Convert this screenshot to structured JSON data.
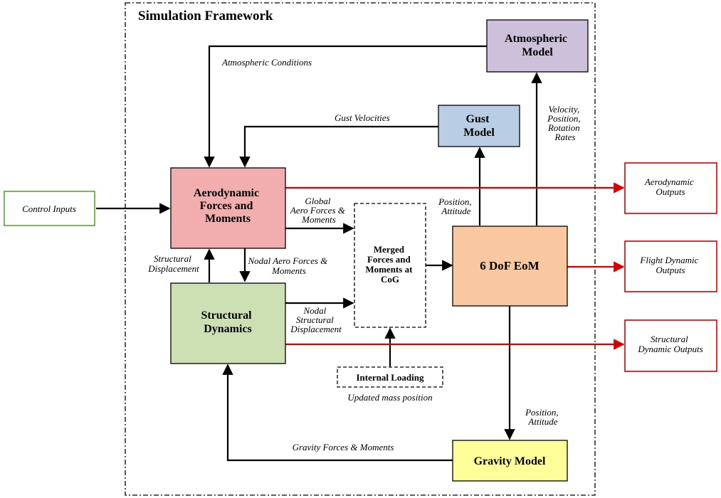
{
  "framework": {
    "title": "Simulation Framework"
  },
  "blocks": {
    "atmospheric": {
      "lines": [
        "Atmospheric",
        "Model"
      ],
      "color": "#ccc0da"
    },
    "gust": {
      "lines": [
        "Gust",
        "Model"
      ],
      "color": "#b9cde5"
    },
    "aero": {
      "lines": [
        "Aerodynamic",
        "Forces and",
        "Moments"
      ],
      "color": "#f2aeae"
    },
    "structural": {
      "lines": [
        "Structural",
        "Dynamics"
      ],
      "color": "#cde0b4"
    },
    "merged": {
      "lines": [
        "Merged",
        "Forces and",
        "Moments at",
        "CoG"
      ]
    },
    "eom": {
      "lines": [
        "6 DoF EoM"
      ],
      "color": "#fac8a0"
    },
    "gravity": {
      "lines": [
        "Gravity Model"
      ],
      "color": "#ffff99"
    },
    "internal": {
      "lines": [
        "Internal Loading"
      ]
    }
  },
  "inputs": {
    "control": "Control Inputs"
  },
  "outputs": {
    "aerodynamic": [
      "Aerodynamic",
      "Outputs"
    ],
    "flight": [
      "Flight Dynamic",
      "Outputs"
    ],
    "structural": [
      "Structural",
      "Dynamic Outputs"
    ]
  },
  "labels": {
    "atmospheric_conditions": [
      "Atmospheric Conditions"
    ],
    "gust_velocities": [
      "Gust Velocities"
    ],
    "velocity": [
      "Velocity,",
      "Position,",
      "Rotation",
      "Rates"
    ],
    "global_aero": [
      "Global",
      "Aero Forces &",
      "Moments"
    ],
    "position_attitude_top": [
      "Position,",
      "Attitude"
    ],
    "structural_displacement": [
      "Structural",
      "Displacement"
    ],
    "nodal_aero": [
      "Nodal Aero Forces &",
      "Moments"
    ],
    "nodal_structural": [
      "Nodal",
      "Structural",
      "Displacement"
    ],
    "updated_mass": [
      "Updated mass position"
    ],
    "position_attitude_bottom": [
      "Position,",
      "Attitude"
    ],
    "gravity_forces": [
      "Gravity Forces & Moments"
    ]
  },
  "colors": {
    "output_arrow": "#d40000",
    "input_border": "#55a630",
    "output_border": "#d40000"
  }
}
